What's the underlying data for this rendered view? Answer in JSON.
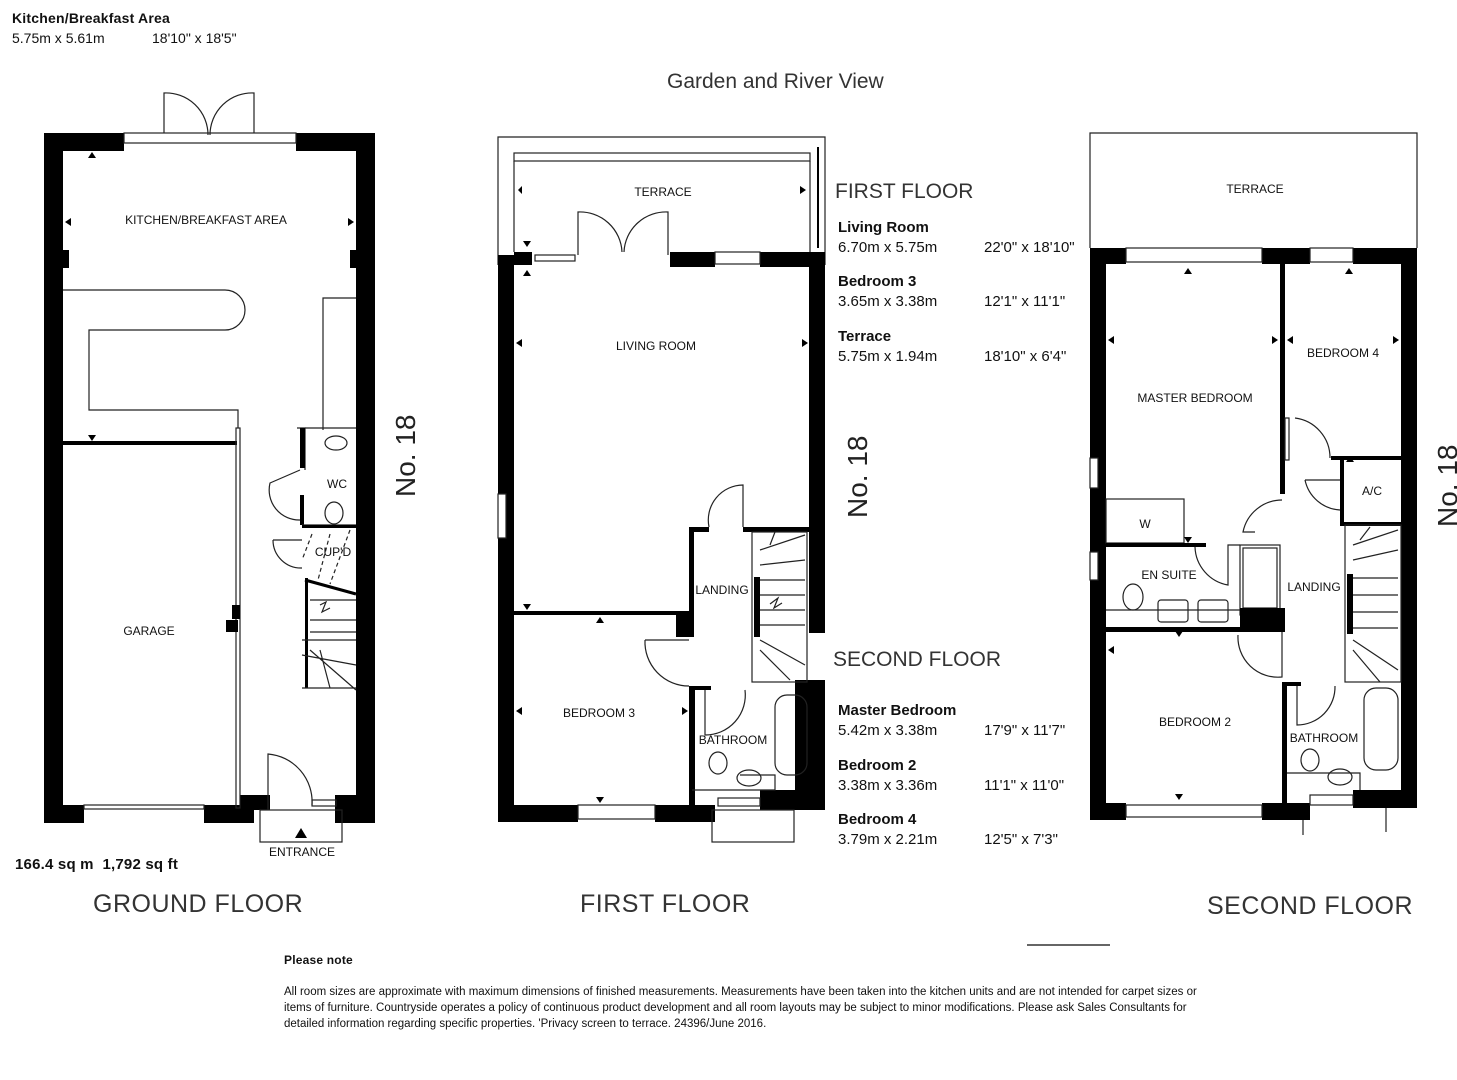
{
  "header": {
    "feature_room": {
      "name": "Kitchen/Breakfast Area",
      "metric": "5.75m x 5.61m",
      "imperial": "18'10\" x 18'5\""
    },
    "view_label": "Garden and River View"
  },
  "plot_label": "No. 18",
  "floors": {
    "ground": {
      "title": "GROUND FLOOR",
      "total_area": "166.4 sq m  1,792 sq ft",
      "room_labels": {
        "kitchen": "KITCHEN/BREAKFAST AREA",
        "garage": "GARAGE",
        "wc": "WC",
        "cupboard": "CUP'D",
        "entrance": "ENTRANCE"
      }
    },
    "first": {
      "title": "FIRST FLOOR",
      "room_labels": {
        "terrace": "TERRACE",
        "living_room": "LIVING ROOM",
        "landing": "LANDING",
        "bedroom_3": "BEDROOM 3",
        "bathroom": "BATHROOM"
      }
    },
    "second": {
      "title": "SECOND FLOOR",
      "room_labels": {
        "terrace": "TERRACE",
        "master_bedroom": "MASTER BEDROOM",
        "bedroom_4": "BEDROOM 4",
        "ac": "A/C",
        "wardrobe": "W",
        "en_suite": "EN SUITE",
        "landing": "LANDING",
        "bedroom_2": "BEDROOM 2",
        "bathroom": "BATHROOM"
      }
    }
  },
  "dimensions": {
    "first_floor": {
      "heading": "FIRST FLOOR",
      "rooms": [
        {
          "name": "Living Room",
          "metric": "6.70m x 5.75m",
          "imperial": "22'0\" x 18'10\""
        },
        {
          "name": "Bedroom 3",
          "metric": "3.65m x 3.38m",
          "imperial": "12'1\" x 11'1\""
        },
        {
          "name": "Terrace",
          "metric": "5.75m x 1.94m",
          "imperial": "18'10\" x 6'4\""
        }
      ]
    },
    "second_floor": {
      "heading": "SECOND FLOOR",
      "rooms": [
        {
          "name": "Master Bedroom",
          "metric": "5.42m x 3.38m",
          "imperial": "17'9\" x 11'7\""
        },
        {
          "name": "Bedroom 2",
          "metric": "3.38m x 3.36m",
          "imperial": "11'1\" x 11'0\""
        },
        {
          "name": "Bedroom 4",
          "metric": "3.79m x 2.21m",
          "imperial": "12'5\" x 7'3\""
        }
      ]
    }
  },
  "note": {
    "heading": "Please note",
    "body": "All room sizes are approximate with maximum dimensions of finished measurements. Measurements have been taken into the kitchen units and are not intended for carpet sizes or items of furniture. Countryside operates a policy of continuous product development and all room layouts may be subject to minor modifications. Please ask Sales Consultants for detailed information regarding specific properties. 'Privacy screen to terrace. 24396/June 2016."
  },
  "colors": {
    "wall": "#000000",
    "line": "#222222",
    "background": "#ffffff",
    "title_text": "#333333"
  }
}
